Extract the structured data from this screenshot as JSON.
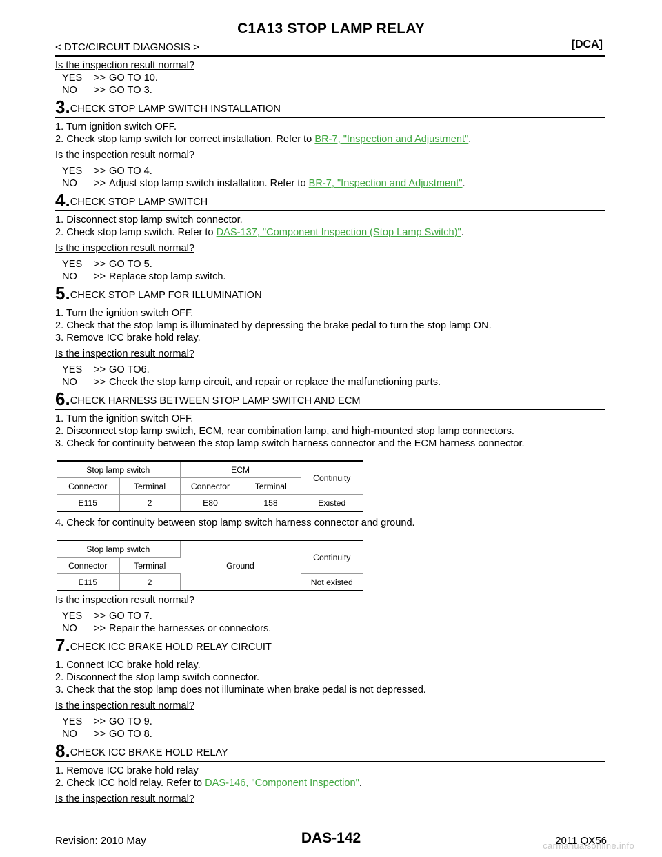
{
  "header": {
    "title": "C1A13 STOP LAMP RELAY",
    "section": "< DTC/CIRCUIT DIAGNOSIS >",
    "code": "[DCA]"
  },
  "pre": {
    "question": "Is the inspection result normal?",
    "yes": "YES",
    "yes_text": "GO TO 10.",
    "no": "NO",
    "no_text": "GO TO 3."
  },
  "arrow": ">>",
  "step3": {
    "num": "3.",
    "title": "CHECK STOP LAMP SWITCH INSTALLATION",
    "l1": "1. Turn ignition switch OFF.",
    "l2": "2. Check stop lamp switch for correct installation. Refer to ",
    "l2_link": "BR-7, \"Inspection and Adjustment\"",
    "question": "Is the inspection result normal?",
    "yes": "YES",
    "yes_text": "GO TO 4.",
    "no": "NO",
    "no_text": "Adjust stop lamp switch installation. Refer to ",
    "no_link": "BR-7, \"Inspection and Adjustment\""
  },
  "step4": {
    "num": "4.",
    "title": "CHECK STOP LAMP SWITCH",
    "l1": "1. Disconnect stop lamp switch connector.",
    "l2": "2. Check stop lamp switch. Refer to ",
    "l2_link": "DAS-137, \"Component Inspection (Stop Lamp Switch)\"",
    "question": "Is the inspection result normal?",
    "yes": "YES",
    "yes_text": "GO TO 5.",
    "no": "NO",
    "no_text": "Replace stop lamp switch."
  },
  "step5": {
    "num": "5.",
    "title": "CHECK STOP LAMP FOR ILLUMINATION",
    "l1": "1. Turn the ignition switch OFF.",
    "l2": "2. Check that the stop lamp is illuminated by depressing the brake pedal to turn the stop lamp ON.",
    "l3": "3. Remove ICC brake hold relay.",
    "question": "Is the inspection result normal?",
    "yes": "YES",
    "yes_text": "GO TO6.",
    "no": "NO",
    "no_text": "Check the stop lamp circuit, and repair or replace the malfunctioning parts."
  },
  "step6": {
    "num": "6.",
    "title": "CHECK HARNESS BETWEEN STOP LAMP SWITCH AND ECM",
    "l1": "1. Turn the ignition switch OFF.",
    "l2": "2. Disconnect stop lamp switch, ECM, rear combination lamp, and high-mounted stop lamp connectors.",
    "l3": "3. Check for continuity between the stop lamp switch harness connector and the ECM harness connector.",
    "table1": {
      "h_sw": "Stop lamp switch",
      "h_ecm": "ECM",
      "h_cont": "Continuity",
      "connector": "Connector",
      "terminal": "Terminal",
      "sw_conn": "E115",
      "sw_term": "2",
      "ecm_conn": "E80",
      "ecm_term": "158",
      "result": "Existed"
    },
    "l4": "4. Check for continuity between stop lamp switch harness connector and ground.",
    "table2": {
      "h_sw": "Stop lamp switch",
      "h_gnd": "Ground",
      "h_cont": "Continuity",
      "connector": "Connector",
      "terminal": "Terminal",
      "sw_conn": "E115",
      "sw_term": "2",
      "result": "Not existed"
    },
    "question": "Is the inspection result normal?",
    "yes": "YES",
    "yes_text": "GO TO 7.",
    "no": "NO",
    "no_text": "Repair the harnesses or connectors."
  },
  "step7": {
    "num": "7.",
    "title": "CHECK ICC BRAKE HOLD RELAY CIRCUIT",
    "l1": "1. Connect ICC brake hold relay.",
    "l2": "2. Disconnect the stop lamp switch connector.",
    "l3": "3. Check that the stop lamp does not illuminate when brake pedal is not depressed.",
    "question": "Is the inspection result normal?",
    "yes": "YES",
    "yes_text": "GO TO 9.",
    "no": "NO",
    "no_text": "GO TO 8."
  },
  "step8": {
    "num": "8.",
    "title": "CHECK ICC BRAKE HOLD RELAY",
    "l1": "1. Remove ICC brake hold relay",
    "l2": "2. Check ICC hold relay. Refer to ",
    "l2_link": "DAS-146, \"Component Inspection\"",
    "question": "Is the inspection result normal?"
  },
  "period": ".",
  "footer": {
    "revision": "Revision: 2010 May",
    "page": "DAS-142",
    "model": "2011 QX56",
    "watermark": "carmanualsonline.info"
  }
}
